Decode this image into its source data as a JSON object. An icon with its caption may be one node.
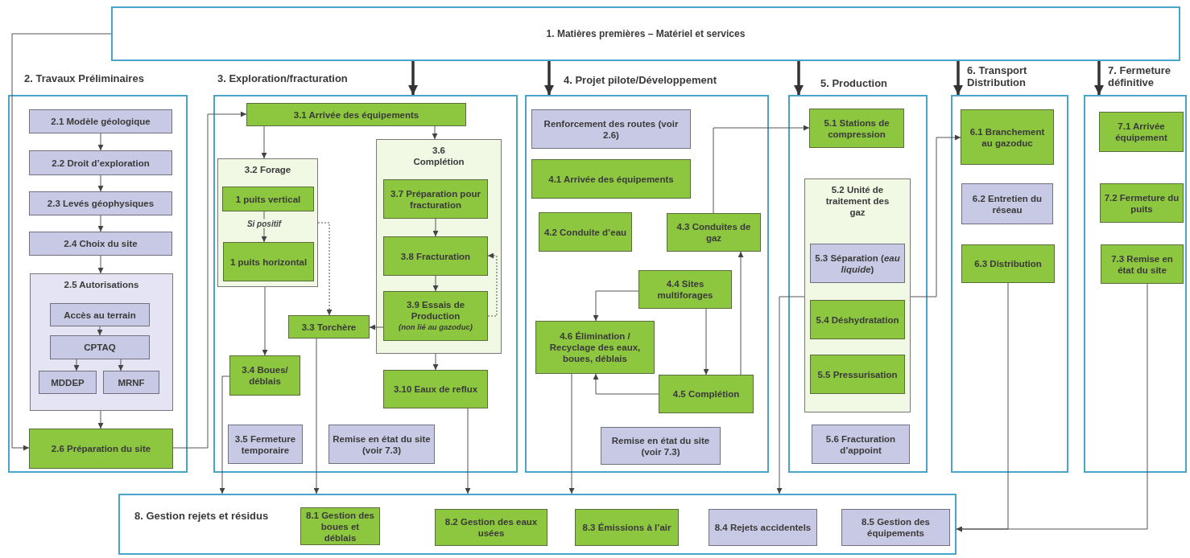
{
  "diagram": {
    "nodes": [
      {
        "text": [
          "1. Matières premières – Matériel et services"
        ]
      },
      {
        "text": [
          "2. Travaux Préliminaires"
        ]
      },
      {
        "text": [
          "2.1 Modèle géologique"
        ],
        "in": 1
      },
      {
        "text": [
          "2.2 Droit d’exploration"
        ],
        "in": 1
      },
      {
        "text": [
          "2.3 Levés géophysiques"
        ],
        "in": 1
      },
      {
        "text": [
          "2.4 Choix du site"
        ],
        "in": 1
      },
      {
        "text": [
          "2.5 Autorisations"
        ],
        "in": 1
      },
      {
        "text": [
          "Accès au terrain"
        ],
        "in": 6
      },
      {
        "text": [
          "CPTAQ"
        ],
        "in": 6
      },
      {
        "text": [
          "MDDEP"
        ],
        "in": 6
      },
      {
        "text": [
          "MRNF"
        ],
        "in": 6
      },
      {
        "text": [
          "2.6 Préparation du site"
        ],
        "in": 1
      },
      {
        "text": [
          "3. Exploration/fracturation"
        ]
      },
      {
        "text": [
          "3.1 Arrivée des équipements"
        ],
        "in": 12
      },
      {
        "text": [
          "3.2 Forage"
        ],
        "in": 12
      },
      {
        "text": [
          "1 puits vertical"
        ],
        "in": 14
      },
      {
        "text": [
          "1 puits horizontal"
        ],
        "in": 14
      },
      {
        "text": [
          "3.6 Complétion"
        ],
        "in": 12
      },
      {
        "text": [
          "3.7 Préparation pour fracturation"
        ],
        "in": 17
      },
      {
        "text": [
          "3.8 Fracturation"
        ],
        "in": 17
      },
      {
        "text": [
          "3.9 Essais de Production",
          "(non lié au gazoduc)"
        ],
        "in": 17
      },
      {
        "text": [
          "3.3 Torchère"
        ],
        "in": 12
      },
      {
        "text": [
          "3.4 Boues/ déblais"
        ],
        "in": 12
      },
      {
        "text": [
          "3.10 Eaux de reflux"
        ],
        "in": 12
      },
      {
        "text": [
          "3.5 Fermeture temporaire"
        ],
        "in": 12
      },
      {
        "text": [
          "Remise en état du site (voir 7.3)"
        ],
        "in": 12
      },
      {
        "text": [
          "4. Projet pilote/Développement"
        ]
      },
      {
        "text": [
          "Renforcement des routes (voir 2.6)"
        ],
        "in": 26
      },
      {
        "text": [
          "4.1 Arrivée des équipements"
        ],
        "in": 26
      },
      {
        "text": [
          "4.2 Conduite d’eau"
        ],
        "in": 26
      },
      {
        "text": [
          "4.3 Conduites de gaz"
        ],
        "in": 26
      },
      {
        "text": [
          "4.4 Sites multiforages"
        ],
        "in": 26
      },
      {
        "text": [
          "4.6 Élimination / Recyclage des eaux, boues, déblais"
        ],
        "in": 26
      },
      {
        "text": [
          "4.5 Complétion"
        ],
        "in": 26
      },
      {
        "text": [
          "Remise en état du site (voir 7.3)"
        ],
        "in": 26
      },
      {
        "text": [
          "5. Production"
        ]
      },
      {
        "text": [
          "5.1 Stations de compression"
        ],
        "in": 35
      },
      {
        "text": [
          "5.2 Unité de traitement des gaz"
        ],
        "in": 35
      },
      {
        "text": [
          "5.3 Séparation (*eau liquide*)"
        ],
        "in": 37
      },
      {
        "text": [
          "5.4 Déshydratation"
        ],
        "in": 37
      },
      {
        "text": [
          "5.5 Pressurisation"
        ],
        "in": 37
      },
      {
        "text": [
          "5.6 Fracturation d’appoint"
        ],
        "in": 35
      },
      {
        "text": [
          "6. Transport Distribution"
        ]
      },
      {
        "text": [
          "6.1 Branchement au gazoduc"
        ],
        "in": 42
      },
      {
        "text": [
          "6.2 Entretien du réseau"
        ],
        "in": 42
      },
      {
        "text": [
          "6.3 Distribution"
        ],
        "in": 42
      },
      {
        "text": [
          "7. Fermeture définitive"
        ]
      },
      {
        "text": [
          "7.1 Arrivée équipement"
        ],
        "in": 46
      },
      {
        "text": [
          "7.2 Fermeture du puits"
        ],
        "in": 46
      },
      {
        "text": [
          "7.3 Remise en état du site"
        ],
        "in": 46
      },
      {
        "text": [
          "8. Gestion rejets et résidus"
        ]
      },
      {
        "text": [
          "8.1 Gestion des boues et déblais"
        ],
        "in": 50
      },
      {
        "text": [
          "8.2 Gestion des eaux usées"
        ],
        "in": 50
      },
      {
        "text": [
          "8.3 Émissions à l’air"
        ],
        "in": 50
      },
      {
        "text": [
          "8.4 Rejets accidentels"
        ],
        "in": 50
      },
      {
        "text": [
          "8.5 Gestion des équipements"
        ],
        "in": 50
      }
    ],
    "edges": [
      {
        "from": 0,
        "to": 11,
        "arrow": "to"
      },
      {
        "from": 0,
        "to": 12,
        "arrow": "to",
        "style": "thick"
      },
      {
        "from": 0,
        "to": 26,
        "arrow": "to",
        "style": "thick"
      },
      {
        "from": 0,
        "to": 35,
        "arrow": "to",
        "style": "thick"
      },
      {
        "from": 0,
        "to": 42,
        "arrow": "to",
        "style": "thick"
      },
      {
        "from": 0,
        "to": 46,
        "arrow": "to",
        "style": "thick"
      },
      {
        "from": 2,
        "to": 3,
        "arrow": "to"
      },
      {
        "from": 3,
        "to": 4,
        "arrow": "to"
      },
      {
        "from": 4,
        "to": 5,
        "arrow": "to"
      },
      {
        "from": 5,
        "to": 6,
        "arrow": "to"
      },
      {
        "from": 7,
        "to": 8,
        "arrow": "to"
      },
      {
        "from": 8,
        "to": 9,
        "arrow": "to"
      },
      {
        "from": 8,
        "to": 10,
        "arrow": "to"
      },
      {
        "from": 6,
        "to": 11,
        "arrow": "to"
      },
      {
        "from": 11,
        "to": 13,
        "arrow": "to"
      },
      {
        "from": 13,
        "to": 14,
        "arrow": "to"
      },
      {
        "from": 13,
        "to": 17,
        "arrow": "to"
      },
      {
        "from": 15,
        "to": 16,
        "arrow": "to",
        "label": "Si positif"
      },
      {
        "from": 14,
        "to": 21,
        "arrow": "to",
        "style": "dashed"
      },
      {
        "from": 14,
        "to": 22,
        "arrow": "to"
      },
      {
        "from": 18,
        "to": 19,
        "arrow": "to"
      },
      {
        "from": 19,
        "to": 20,
        "arrow": "to"
      },
      {
        "from": 20,
        "to": 19,
        "arrow": "to",
        "style": "dashed"
      },
      {
        "from": 20,
        "to": 21,
        "arrow": "to"
      },
      {
        "from": 17,
        "to": 23,
        "arrow": "to"
      },
      {
        "from": 22,
        "to": 50,
        "arrow": "to"
      },
      {
        "from": 21,
        "to": 50,
        "arrow": "to"
      },
      {
        "from": 23,
        "to": 50,
        "arrow": "to"
      },
      {
        "from": 31,
        "to": 32,
        "arrow": "to"
      },
      {
        "from": 31,
        "to": 33,
        "arrow": "to"
      },
      {
        "from": 33,
        "to": 32,
        "arrow": "to"
      },
      {
        "from": 33,
        "to": 30,
        "arrow": "to"
      },
      {
        "from": 30,
        "to": 36,
        "arrow": "to"
      },
      {
        "from": 32,
        "to": 50,
        "arrow": "to"
      },
      {
        "from": 37,
        "to": 50,
        "arrow": "to"
      },
      {
        "from": 37,
        "to": 43,
        "arrow": "to"
      },
      {
        "from": 45,
        "to": 50,
        "arrow": "to"
      },
      {
        "from": 49,
        "to": 50,
        "arrow": "to"
      }
    ]
  }
}
